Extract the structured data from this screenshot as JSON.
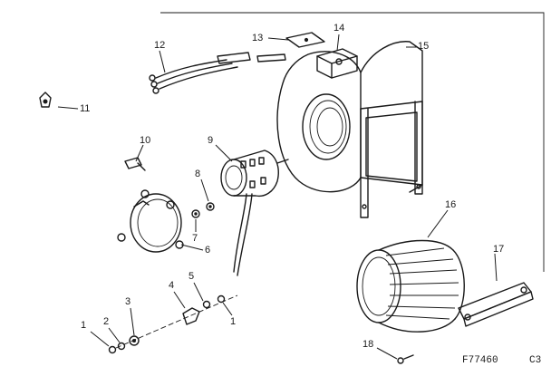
{
  "diagram": {
    "drawing_code": "F77460",
    "sheet_code": "C3",
    "callouts": [
      {
        "id": "c1a",
        "number": "1"
      },
      {
        "id": "c1b",
        "number": "1"
      },
      {
        "id": "c2",
        "number": "2"
      },
      {
        "id": "c3",
        "number": "3"
      },
      {
        "id": "c4",
        "number": "4"
      },
      {
        "id": "c5",
        "number": "5"
      },
      {
        "id": "c6",
        "number": "6"
      },
      {
        "id": "c7",
        "number": "7"
      },
      {
        "id": "c8",
        "number": "8"
      },
      {
        "id": "c9",
        "number": "9"
      },
      {
        "id": "c10",
        "number": "10"
      },
      {
        "id": "c11",
        "number": "11"
      },
      {
        "id": "c12",
        "number": "12"
      },
      {
        "id": "c13",
        "number": "13"
      },
      {
        "id": "c14",
        "number": "14"
      },
      {
        "id": "c15",
        "number": "15"
      },
      {
        "id": "c16",
        "number": "16"
      },
      {
        "id": "c17",
        "number": "17"
      },
      {
        "id": "c18",
        "number": "18"
      }
    ]
  }
}
